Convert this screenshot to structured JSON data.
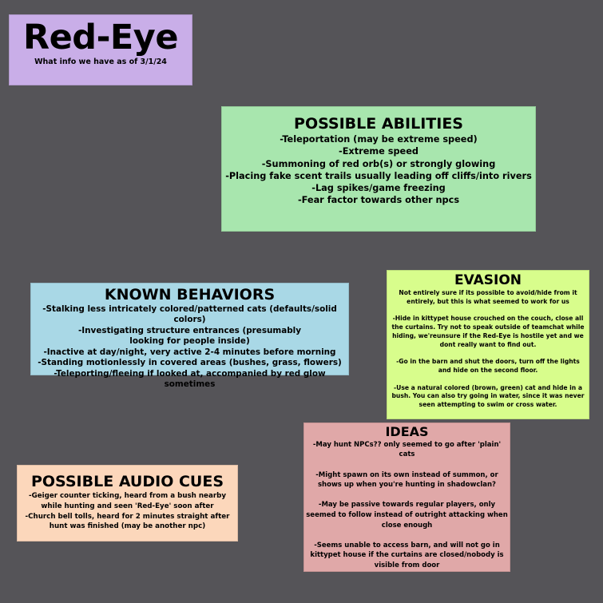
{
  "title_card": {
    "title": "Red-Eye",
    "subtitle": "What info we have as of 3/1/24",
    "color": "#c9aee8"
  },
  "abilities": {
    "heading": "POSSIBLE ABILITIES",
    "color": "#a8e6ae",
    "items": [
      "-Teleportation (may be extreme speed)",
      "-Extreme speed",
      "-Summoning of red orb(s) or strongly glowing",
      "-Placing fake scent trails usually leading off cliffs/into rivers",
      "-Lag spikes/game freezing",
      "-Fear factor towards other npcs"
    ]
  },
  "behaviors": {
    "heading": "KNOWN BEHAVIORS",
    "color": "#a9d8e6",
    "items": [
      "-Stalking less intricately colored/patterned cats (defaults/solid colors)",
      "-Investigating structure entrances (presumably looking for people inside)",
      "-Inactive at day/night, very active 2-4 minutes before morning",
      "-Standing motionlessly in covered areas (bushes, grass, flowers)",
      "-Teleporting/fleeing if looked at, accompanied by red glow sometimes"
    ]
  },
  "evasion": {
    "heading": "EVASION",
    "color": "#d8fd8c",
    "intro": "Not entirely sure if its possible to avoid/hide from it entirely, but this is what seemed to work for us",
    "items": [
      "-Hide in kittypet house crouched on the couch, close all the curtains. Try not to speak outside of teamchat while hiding, we'reunsure if the Red-Eye is hostile yet and we dont really want to find out.",
      "-Go in the barn and shut the doors, turn off the lights and hide on the second floor.",
      "-Use a natural colored (brown, green) cat and hide in a bush. You can also try going in water, since it was never seen attempting to swim or cross water."
    ]
  },
  "ideas": {
    "heading": "IDEAS",
    "color": "#e0a8a8",
    "items": [
      "-May hunt NPCs?? only seemed to go after 'plain' cats",
      "-Might spawn on its own instead of summon, or shows up when you're hunting in shadowclan?",
      "-May be passive towards regular players, only seemed to follow instead of outright attacking when close enough",
      "-Seems unable to access barn, and will not go in kittypet house if the curtains are closed/nobody is visible from door"
    ]
  },
  "audio_cues": {
    "heading": "POSSIBLE AUDIO CUES",
    "color": "#fcd7bb",
    "items": [
      "-Geiger counter ticking, heard from a bush nearby while hunting and seen 'Red-Eye' soon after",
      "-Church bell tolls, heard for 2 minutes straight after hunt was finished (may be another npc)"
    ]
  },
  "background_color": "#555458"
}
